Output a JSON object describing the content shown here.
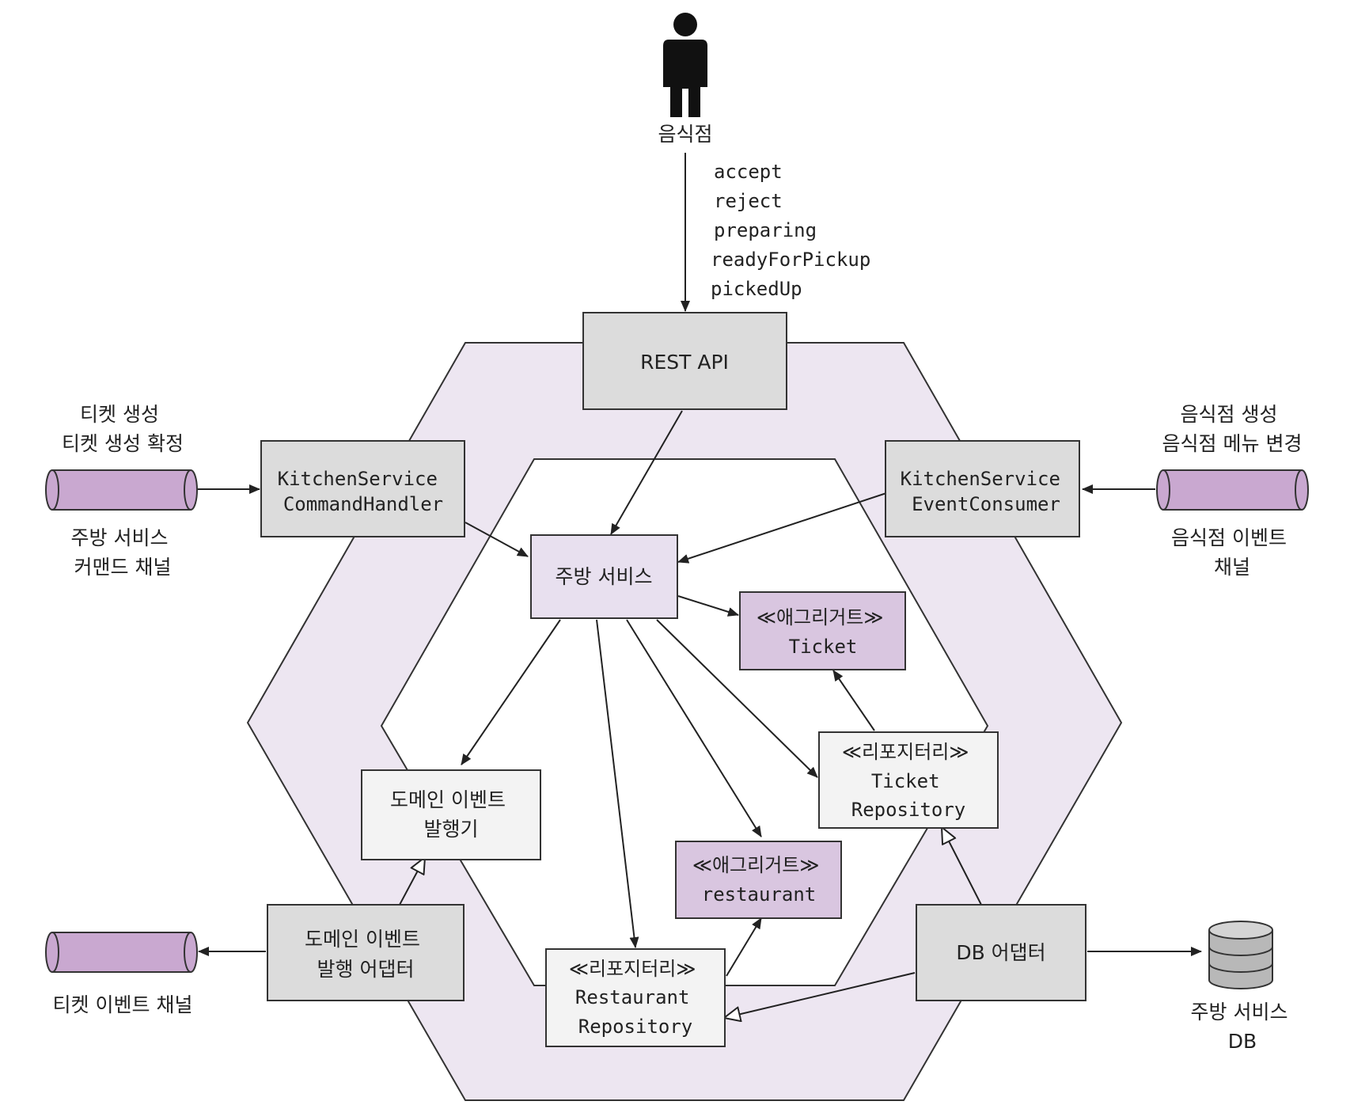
{
  "actor": {
    "label": "음식점",
    "icon": "person-icon"
  },
  "rest_operations": [
    "accept",
    "reject",
    "preparing",
    "readyForPickup",
    "pickedUp"
  ],
  "adapters": {
    "rest_api": "REST API",
    "command_handler": [
      "KitchenService",
      "CommandHandler"
    ],
    "event_consumer": [
      "KitchenService",
      "EventConsumer"
    ],
    "domain_event_adapter": [
      "도메인 이벤트",
      "발행 어댑터"
    ],
    "db_adapter": "DB 어댑터"
  },
  "core": {
    "kitchen_service": "주방 서비스",
    "ticket_aggregate": [
      "≪애그리거트≫",
      "Ticket"
    ],
    "restaurant_aggregate": [
      "≪애그리거트≫",
      "restaurant"
    ],
    "ticket_repository": [
      "≪리포지터리≫",
      "Ticket",
      "Repository"
    ],
    "restaurant_repository": [
      "≪리포지터리≫",
      "Restaurant",
      "Repository"
    ],
    "domain_event_publisher": [
      "도메인 이벤트",
      "발행기"
    ]
  },
  "channels": {
    "command_channel": {
      "events": [
        "티켓 생성",
        "티켓 생성 확정"
      ],
      "label": [
        "주방 서비스",
        "커맨드 채널"
      ]
    },
    "restaurant_event_channel": {
      "events": [
        "음식점 생성",
        "음식점 메뉴 변경"
      ],
      "label": [
        "음식점 이벤트",
        "채널"
      ]
    },
    "ticket_event_channel": {
      "label": [
        "티켓 이벤트 채널"
      ]
    }
  },
  "database": {
    "label": [
      "주방 서비스",
      "DB"
    ],
    "icon": "database-icon"
  },
  "colors": {
    "outer_hexagon": "#ede6f1",
    "channel_fill": "#c9a8d0",
    "aggregate_fill": "#d9c6e0",
    "adapter_fill": "#dcdcdc"
  }
}
